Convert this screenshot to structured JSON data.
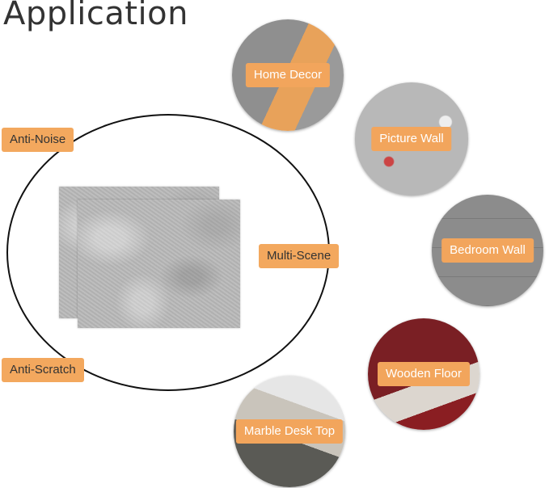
{
  "title": "Application",
  "features": {
    "anti_noise": "Anti-Noise",
    "multi_scene": "Multi-Scene",
    "anti_scratch": "Anti-Scratch"
  },
  "scenes": {
    "home_decor": "Home Decor",
    "picture_wall": "Picture Wall",
    "bedroom_wall": "Bedroom Wall",
    "wooden_floor": "Wooden Floor",
    "marble_desk_top": "Marble Desk Top"
  },
  "colors": {
    "label_bg": "#f2a55c",
    "label_text": "#ffffff",
    "title_text": "#333333",
    "felt_gray": "#b9b9b9"
  }
}
